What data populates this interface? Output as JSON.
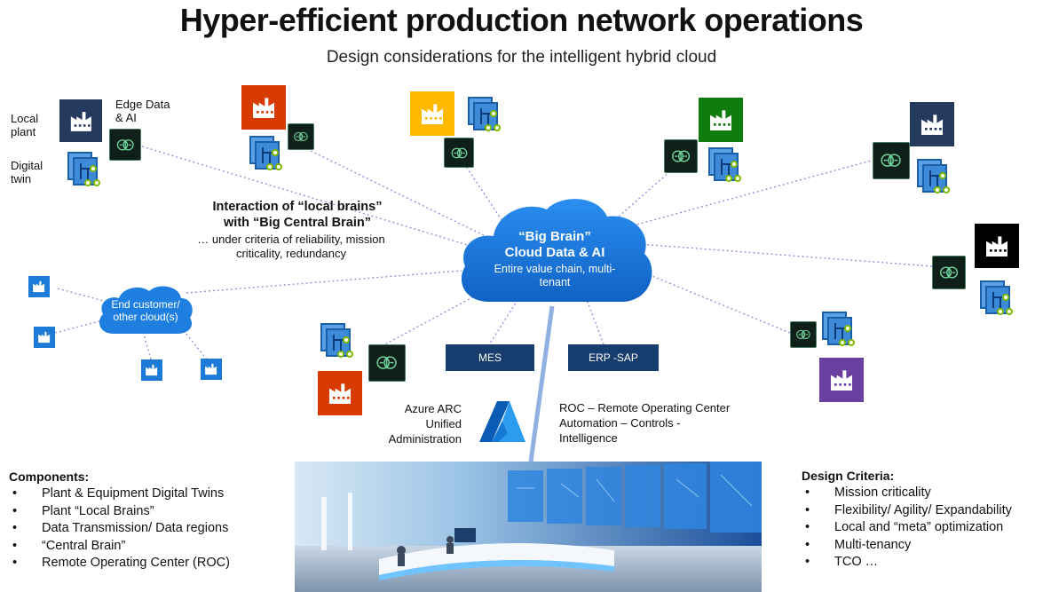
{
  "header": {
    "title": "Hyper-efficient production network operations",
    "subtitle": "Design considerations for the intelligent hybrid cloud"
  },
  "legend": {
    "local_plant": "Local plant",
    "digital_twin": "Digital twin",
    "edge_data_ai": "Edge Data & AI"
  },
  "interaction": {
    "line1": "Interaction of “local brains”",
    "line2": "with “Big Central Brain”",
    "line3": "… under criteria of reliability, mission",
    "line4": "criticality, redundancy"
  },
  "big_cloud": {
    "line1": "“Big Brain”",
    "line2": "Cloud Data & AI",
    "line3": "Entire value chain, multi-",
    "line4": "tenant"
  },
  "small_cloud": {
    "line1": "End customer/",
    "line2": "other  cloud(s)"
  },
  "boxes": {
    "mes": "MES",
    "erp": "ERP -SAP"
  },
  "azure_arc": {
    "line1": "Azure ARC",
    "line2": "Unified",
    "line3": "Administration"
  },
  "roc": {
    "line1": "ROC – Remote Operating Center",
    "line2": "Automation – Controls -",
    "line3": "Intelligence"
  },
  "components": {
    "title": "Components:",
    "items": [
      "Plant & Equipment Digital Twins",
      "Plant “Local Brains”",
      "Data Transmission/ Data regions",
      "“Central Brain”",
      "Remote Operating Center (ROC)"
    ]
  },
  "design_criteria": {
    "title": "Design Criteria:",
    "items": [
      "Mission criticality",
      "Flexibility/ Agility/ Expandability",
      "Local and “meta” optimization",
      "Multi-tenancy",
      "TCO …"
    ]
  },
  "colors": {
    "navy": "#243a5e",
    "orange": "#d83b01",
    "yellow": "#ffb900",
    "green": "#107c10",
    "black": "#000000",
    "purple": "#6b3fa0",
    "blue": "#1b7bd6",
    "line": "#9a8fd6",
    "box": "#163d6e"
  },
  "icons": [
    "factory-icon",
    "digital-twin-icon",
    "brain-chip-icon",
    "cloud-icon",
    "azure-logo-icon"
  ]
}
